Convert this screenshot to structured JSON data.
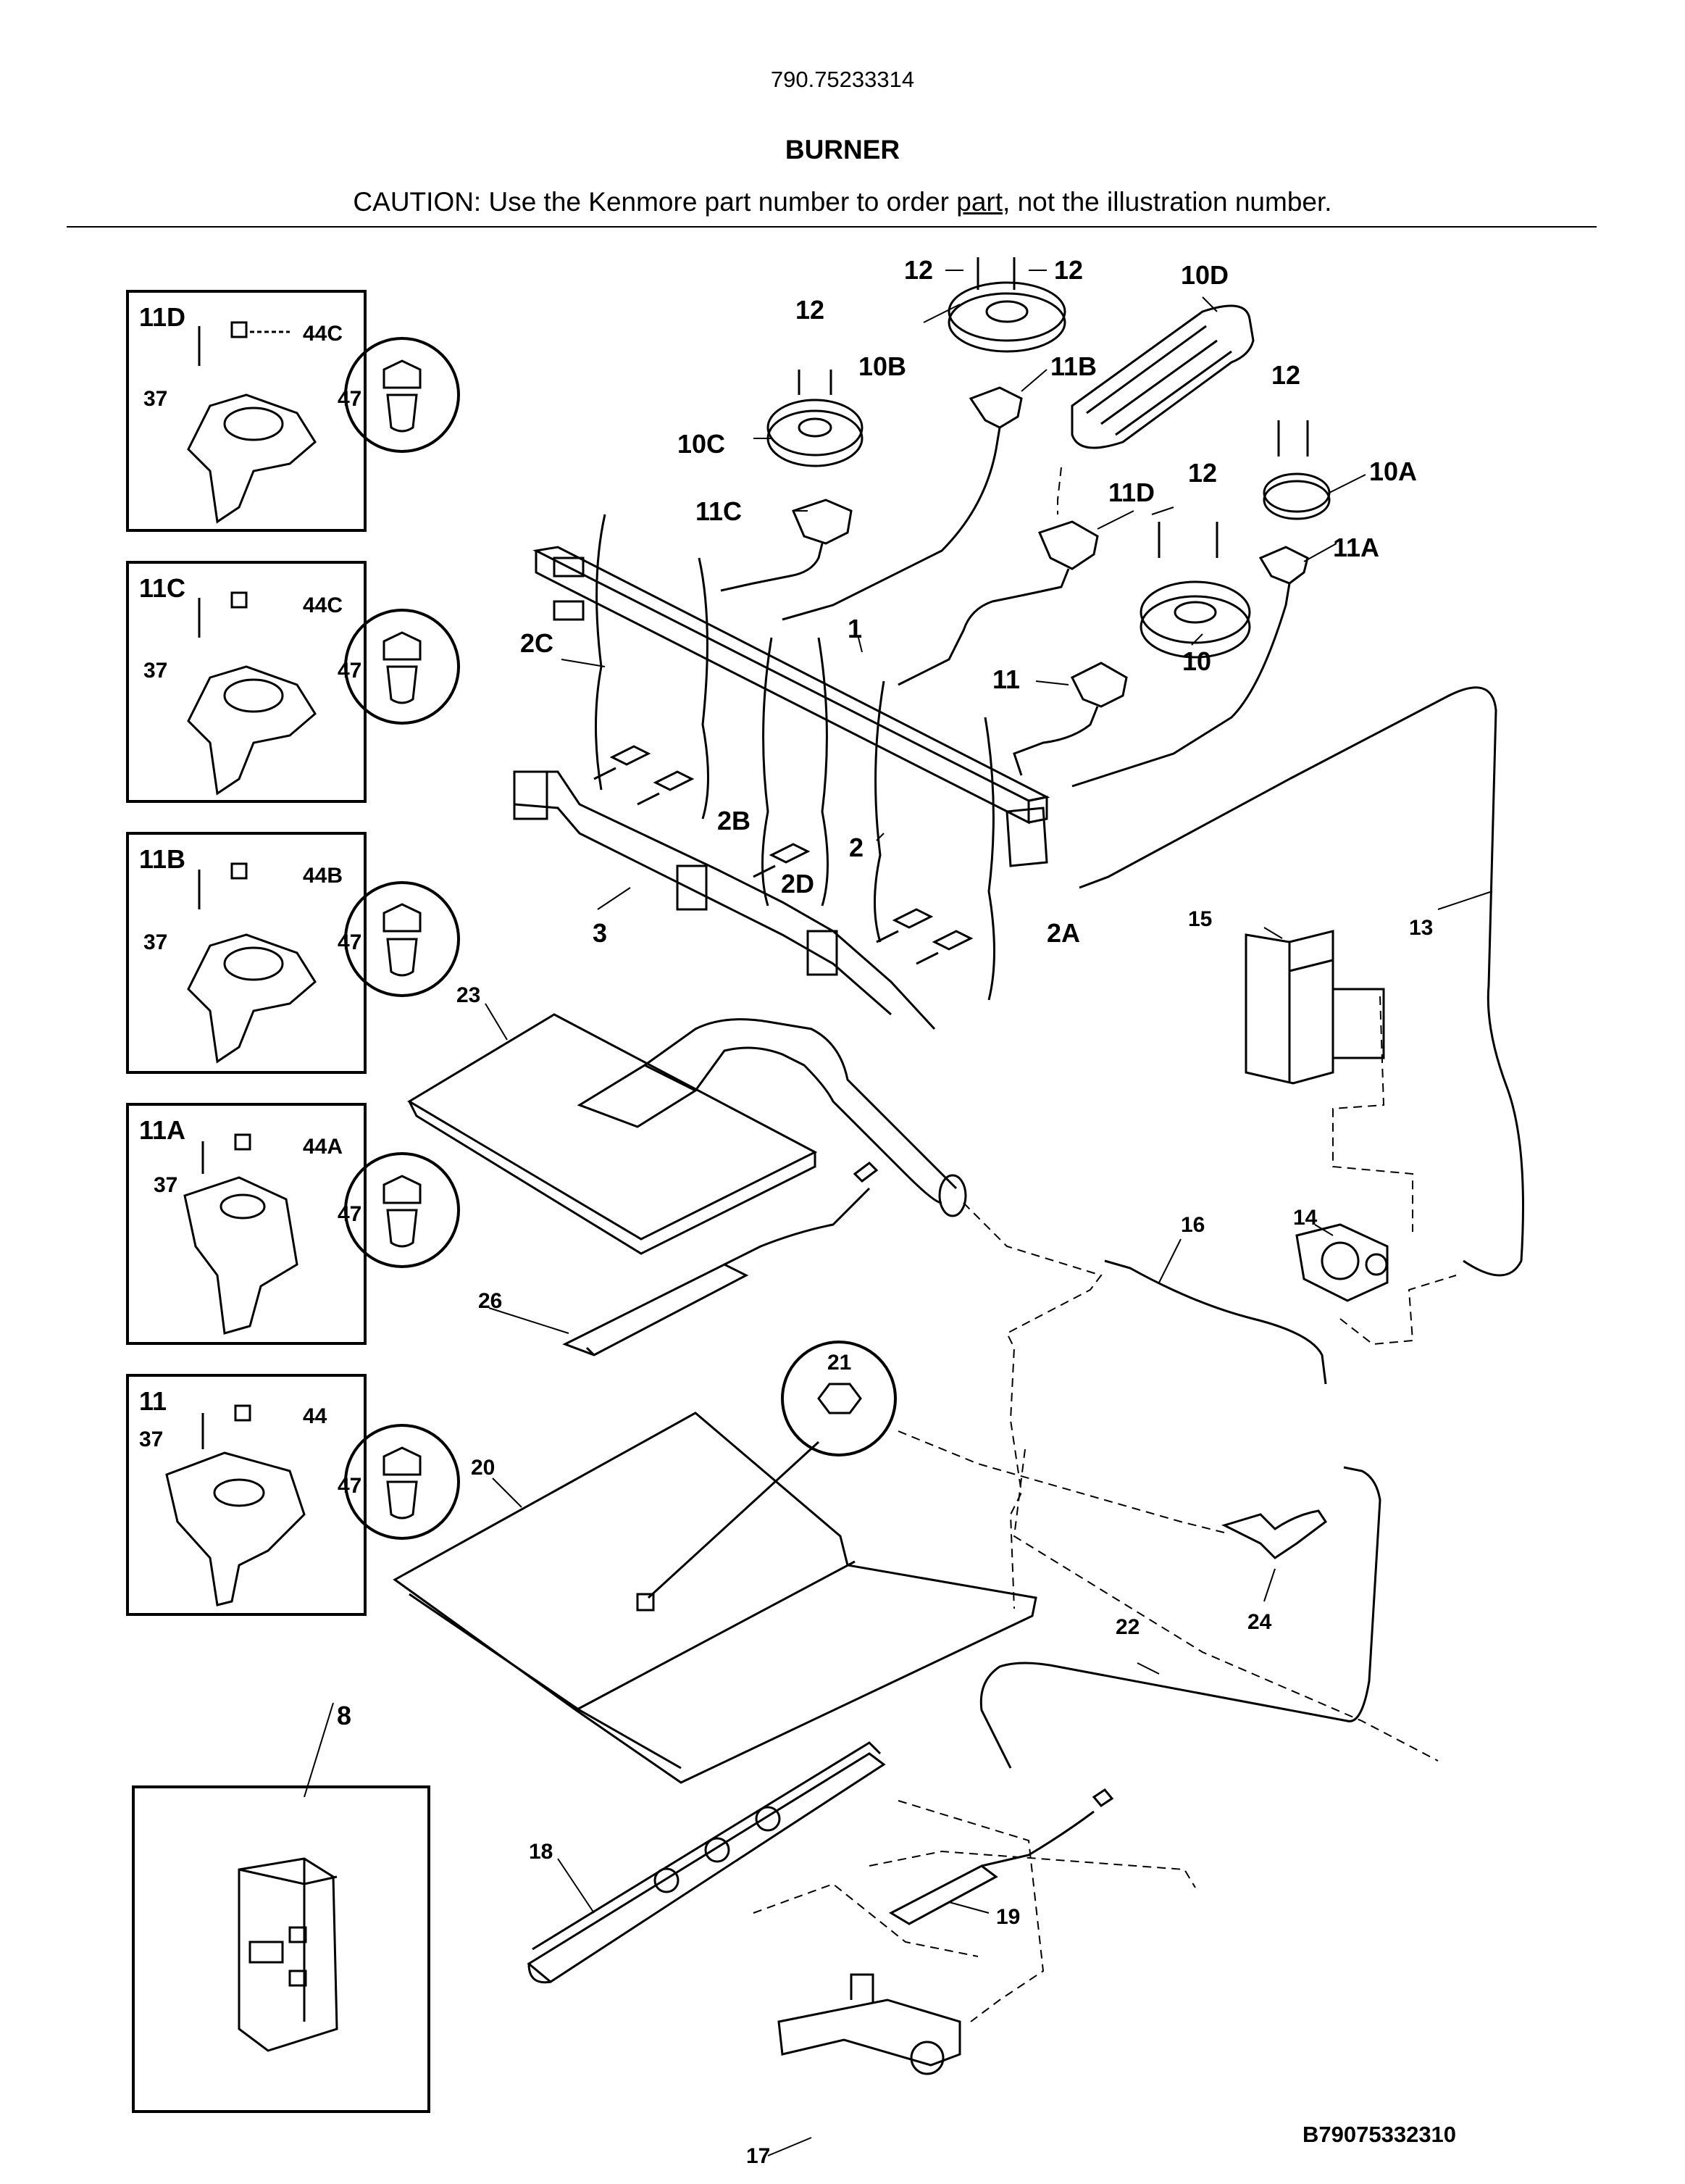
{
  "header": {
    "model": "790.75233314",
    "title": "BURNER",
    "caution_prefix": "CAUTION: Use the Kenmore part number to order ",
    "caution_link": "part",
    "caution_suffix": ", not the illustration number."
  },
  "footer": {
    "diagram_code": "B79075332310"
  },
  "insets": [
    {
      "title": "11D",
      "cap": "44C",
      "screw": "37",
      "jet": "47"
    },
    {
      "title": "11C",
      "cap": "44C",
      "screw": "37",
      "jet": "47"
    },
    {
      "title": "11B",
      "cap": "44B",
      "screw": "37",
      "jet": "47"
    },
    {
      "title": "11A",
      "cap": "44A",
      "screw": "37",
      "jet": "47"
    },
    {
      "title": "11",
      "cap": "44",
      "screw": "37",
      "jet": "47"
    }
  ],
  "callouts": {
    "c12a": "12",
    "c12b": "12",
    "c12c": "12",
    "c12d": "12",
    "c12e": "12",
    "c10d": "10D",
    "c10b": "10B",
    "c11b": "11B",
    "c10c": "10C",
    "c11c": "11C",
    "c10a": "10A",
    "c11d": "11D",
    "c11a": "11A",
    "c10": "10",
    "c11": "11",
    "c1": "1",
    "c2": "2",
    "c2a": "2A",
    "c2b": "2B",
    "c2c": "2C",
    "c2d": "2D",
    "c3": "3",
    "c13": "13",
    "c14": "14",
    "c15": "15",
    "c16": "16",
    "c17": "17",
    "c18": "18",
    "c19": "19",
    "c20": "20",
    "c21": "21",
    "c22": "22",
    "c23": "23",
    "c24": "24",
    "c26": "26",
    "c8": "8"
  }
}
